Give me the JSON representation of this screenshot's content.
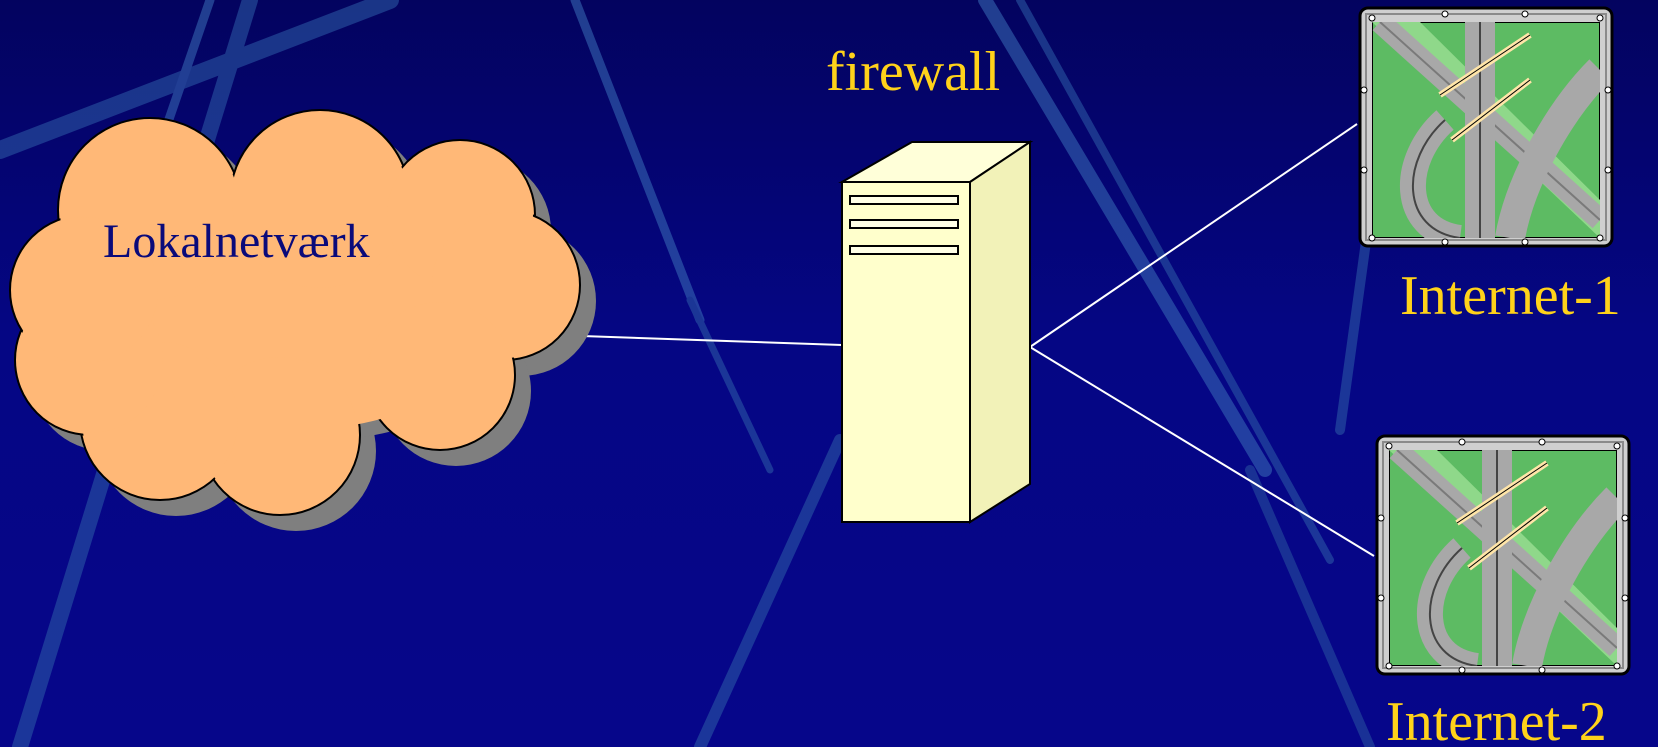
{
  "diagram": {
    "nodes": {
      "lan": {
        "label": "Lokalnetværk",
        "shape": "cloud",
        "fill": "#ffb877"
      },
      "firewall": {
        "label": "firewall",
        "shape": "server-tower",
        "fill": "#ffffcc"
      },
      "internet1": {
        "label": "Internet-1",
        "shape": "highway-clipart"
      },
      "internet2": {
        "label": "Internet-2",
        "shape": "highway-clipart"
      }
    },
    "edges": [
      {
        "from": "lan",
        "to": "firewall"
      },
      {
        "from": "firewall",
        "to": "internet1"
      },
      {
        "from": "firewall",
        "to": "internet2"
      }
    ]
  },
  "colors": {
    "background": "#05047a",
    "title_text": "#ffd21a",
    "cloud_text": "#0a0a7a",
    "connector": "#ffffff"
  }
}
